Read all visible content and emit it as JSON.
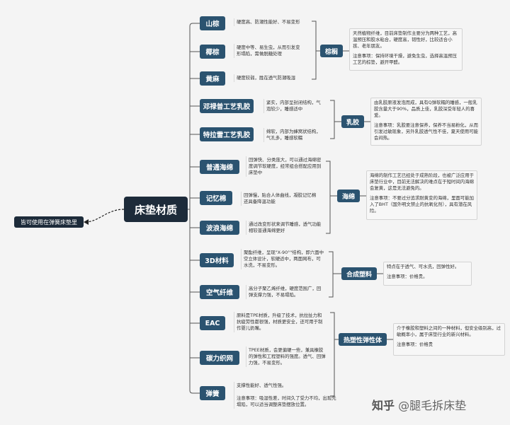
{
  "root": {
    "label": "床垫材质"
  },
  "extra": {
    "label": "皆可使用在弹簧床垫里"
  },
  "materials": [
    {
      "label": "山棕",
      "desc": "硬度高、防潮性能好、不易变形"
    },
    {
      "label": "椰棕",
      "desc": "硬度中等、易生虫，从而引发变形塌陷，需做脱糖处理"
    },
    {
      "label": "黄麻",
      "desc": "硬度较弱，胜在透气防潮吸湿"
    },
    {
      "label": "邓禄普工艺乳胶",
      "desc": "紧实，内部呈封闭结构，气泡较少，睡感适中"
    },
    {
      "label": "特拉雷工艺乳胶",
      "desc": "绵软，内部为蜂窝状结构，气孔多，睡感软糯"
    },
    {
      "label": "普通海绵",
      "desc": "回弹快、分类庞大，可以通过海绵密度调节软硬度，经常组合搭配应用到床垫中"
    },
    {
      "label": "记忆棉",
      "desc": "回弹慢，贴合人体曲线，凝胶记忆棉还具备降温功能"
    },
    {
      "label": "波浪海绵",
      "desc": "通过改变形状来调节睡感，透气功能相较普通海绵更好"
    },
    {
      "label": "3D材料",
      "desc": "聚酯纤维，呈现\"X-90°\"结构，即六面中空立体设计，软硬适中，两面网布，可水洗，不易变形。"
    },
    {
      "label": "空气纤维",
      "desc": "高分子聚乙烯纤维，硬度范围广，回弹支撑力强，不易塌陷。"
    },
    {
      "label": "EAC",
      "desc": "原料是TPE材质，升级了技术，抗拉扯力和抗疲劳性都很强，材质更安全，还可用于制作婴儿奶嘴。"
    },
    {
      "label": "碳力织网",
      "desc": "TPEE材质，会更偏硬一些，兼具橡胶的弹性和工程塑料的强度。透气、回弹力强，不易变形。"
    },
    {
      "label": "弹簧",
      "desc": "支撑性能好、透气性强。\n\n注意事项：吸湿性差，时间久了受力不均，出现先塌陷，可以适当调整床垫摆放位置。"
    }
  ],
  "categories": [
    {
      "label": "棕榈",
      "note": [
        "天然植物纤维，目前床垫制作主要分为两种工艺，高温预压和胶水粘合，硬度高，韧性好，比较适合小孩、老年朋友。",
        "注意事项：保持环境干燥，避免生虫，选择高温预压工艺的棕垫，避开甲醛。"
      ]
    },
    {
      "label": "乳胶",
      "note": [
        "由乳胶原液发泡而成，具有Q弹软糯的睡感，一般乳胶含量大于90%，品质上佳，乳胶深受年轻人的喜爱。",
        "注意事项：乳胶要注意保养，保养不当易粉化，从而引发过敏现象，另外乳胶透气性不佳，夏天使用可能会闷热。"
      ]
    },
    {
      "label": "海绵",
      "note": [
        "海绵的制作工艺已经处于成熟阶段，也被广泛应用于床垫行业中，目前无法解决的难点在于短时间内海绵会复黄，这是无法避免的。",
        "注意事项：不要过分追求耐黄变的海绵，里面可能加入了BHT（国外明文禁止的抗氧化剂），具有潜在风险。"
      ]
    },
    {
      "label": "合成塑料",
      "note": [
        "特点在于透气、可水洗，回弹性好。",
        "注意事项：价格贵。"
      ]
    },
    {
      "label": "热塑性弹性体",
      "note": [
        "介于橡胶和塑料之间的一种材料，但安全级别高，过敏概率小，属于床垫行业的新兴材料。",
        "注意事项：价格贵"
      ]
    }
  ],
  "watermark": {
    "platform": "知乎",
    "author": "@腿毛拆床垫"
  },
  "colors": {
    "node": "#2b5370",
    "root": "#1d2b3a",
    "line": "#555555",
    "background": "#f4f4f4"
  }
}
